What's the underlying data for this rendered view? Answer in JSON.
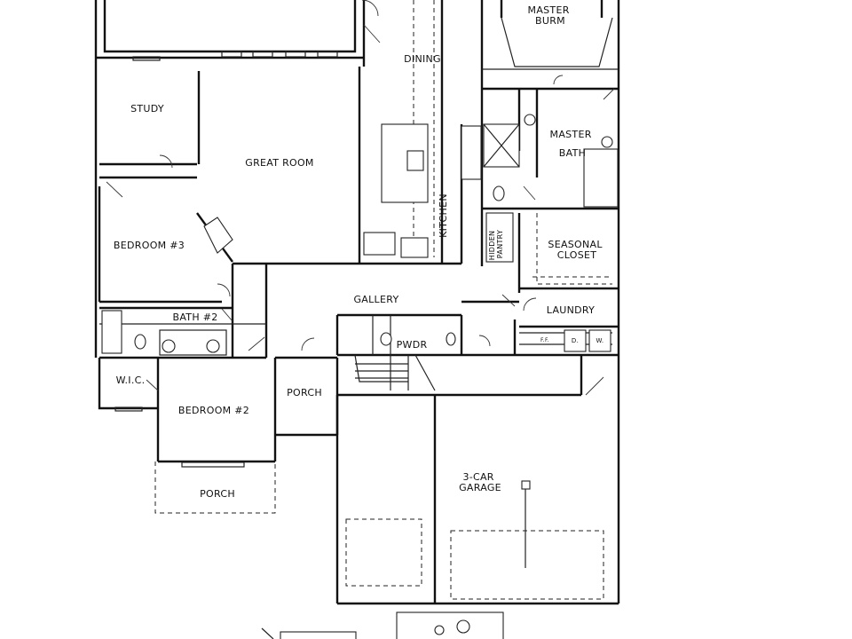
{
  "rooms": {
    "master_burm": "MASTER\nBURM",
    "dining": "DINING",
    "study": "STUDY",
    "great_room": "GREAT ROOM",
    "master_bath": "MASTER\nBATH",
    "kitchen": "KITCHEN",
    "bedroom3": "BEDROOM #3",
    "hidden_pantry": "HIDDEN\nPANTRY",
    "seasonal_closet": "SEASONAL\nCLOSET",
    "gallery": "GALLERY",
    "laundry": "LAUNDRY",
    "bath2": "BATH #2",
    "pwdr": "PWDR",
    "wic": "W.I.C.",
    "porch_front": "PORCH",
    "bedroom2": "BEDROOM #2",
    "garage": "3-CAR\nGARAGE",
    "porch_rear": "PORCH"
  },
  "appliance_labels": {
    "dryer": "D.",
    "washer": "W.",
    "freezer": "F.F."
  }
}
